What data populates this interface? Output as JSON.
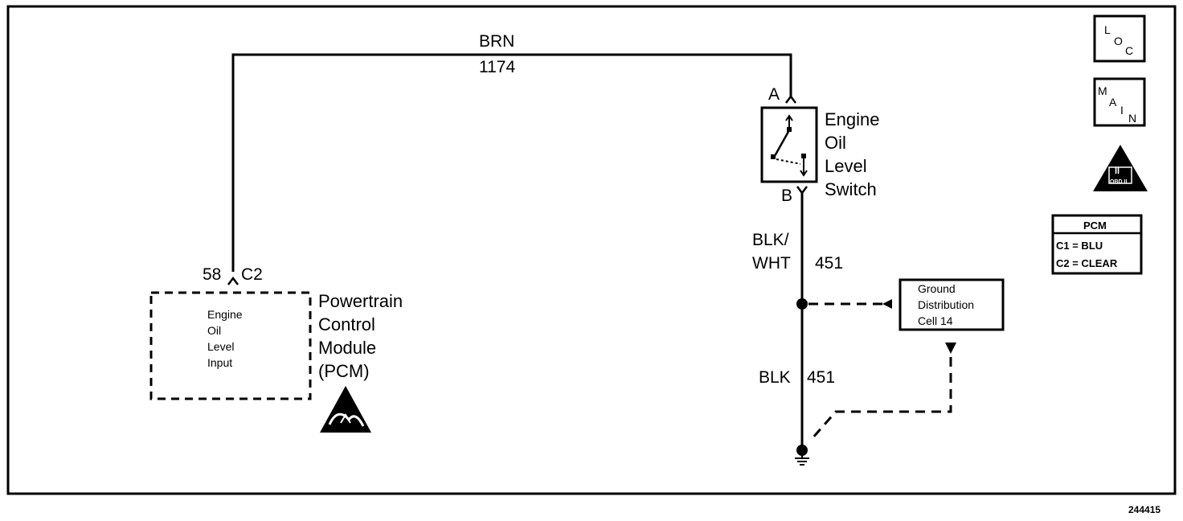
{
  "wires": {
    "top_color": "BRN",
    "top_circuit": "1174",
    "switch_out_color_line1": "BLK/",
    "switch_out_color_line2": "WHT",
    "switch_out_circuit": "451",
    "ground_wire_color": "BLK",
    "ground_wire_circuit": "451"
  },
  "pcm_connector": {
    "pin": "58",
    "connector": "C2"
  },
  "pcm_internal": [
    "Engine",
    "Oil",
    "Level",
    "Input"
  ],
  "pcm_label": [
    "Powertrain",
    "Control",
    "Module",
    "(PCM)"
  ],
  "switch": {
    "pin_top": "A",
    "pin_bottom": "B",
    "label": [
      "Engine",
      "Oil",
      "Level",
      "Switch"
    ]
  },
  "ground_distribution": [
    "Ground",
    "Distribution",
    "Cell 14"
  ],
  "legend": {
    "loc": [
      "L",
      "O",
      "C"
    ],
    "main": [
      "M",
      "A",
      "I",
      "N"
    ],
    "obd": [
      "II",
      "OBD II"
    ],
    "pcm_table": {
      "title": "PCM",
      "rows": [
        "C1 = BLU",
        "C2 = CLEAR"
      ]
    }
  },
  "figure_number": "244415",
  "icons": {
    "esd": "esd-warning-icon",
    "ground": "ground-symbol-icon",
    "obd": "obd-ii-icon"
  }
}
